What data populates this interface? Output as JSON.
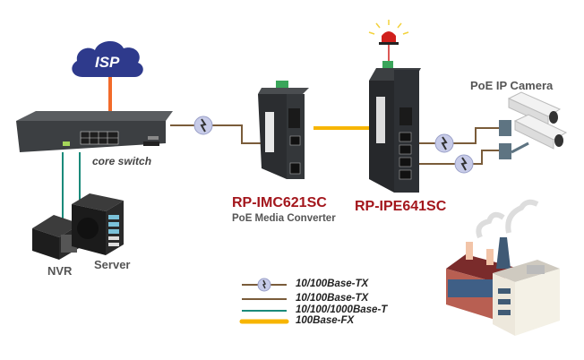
{
  "isp": {
    "label": "ISP"
  },
  "core_switch": {
    "label": "core switch"
  },
  "nvr": {
    "label": "NVR"
  },
  "server": {
    "label": "Server"
  },
  "media_converter": {
    "model": "RP-IMC621SC",
    "description": "PoE Media Converter"
  },
  "poe_switch": {
    "model": "RP-IPE641SC"
  },
  "camera": {
    "label": "PoE IP Camera"
  },
  "legend": {
    "items": [
      {
        "label": "10/100Base-TX",
        "style": "poe",
        "color": "#7a5c3a"
      },
      {
        "label": "10/100Base-TX",
        "style": "plain",
        "color": "#7a5c3a"
      },
      {
        "label": "10/100/1000Base-T",
        "style": "plain",
        "color": "#1a8a7a"
      },
      {
        "label": "100Base-FX",
        "style": "thick",
        "color": "#f7b500"
      }
    ]
  },
  "colors": {
    "isp_cloud": "#2e3a8c",
    "isp_link": "#f26a2a",
    "copper": "#7a5c3a",
    "gigabit": "#1a8a7a",
    "fiber": "#f7b500",
    "model_text": "#a3161c",
    "alarm": "#d0201c"
  }
}
